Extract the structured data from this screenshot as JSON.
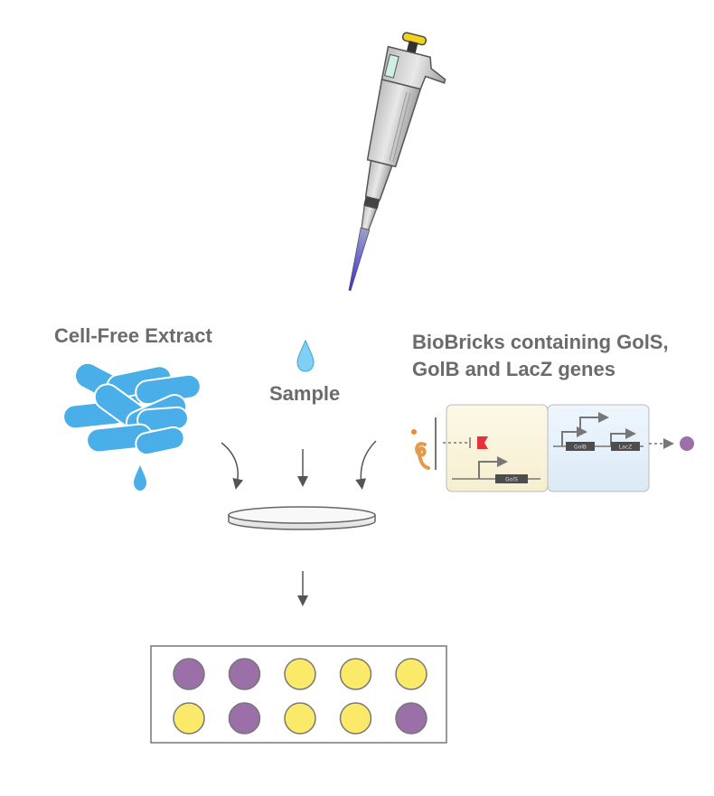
{
  "labels": {
    "cell_free_extract": "Cell-Free Extract",
    "sample": "Sample",
    "biobricks_line1": "BioBricks containing GolS,",
    "biobricks_line2": "GolB and LacZ genes"
  },
  "circuit_labels": {
    "gene_left": "GolS",
    "gene_right_1": "GolB",
    "gene_right_2": "LacZ"
  },
  "well_plate": {
    "rows": [
      [
        "purple",
        "purple",
        "yellow",
        "yellow",
        "yellow"
      ],
      [
        "yellow",
        "purple",
        "yellow",
        "yellow",
        "purple"
      ]
    ]
  },
  "colors": {
    "purple": "#9b6fa8",
    "yellow": "#fbe96a",
    "bacteria_blue": "#4aaee8",
    "pipette_tip": "#4a3fd8",
    "label_gray": "#6b6b6b"
  }
}
